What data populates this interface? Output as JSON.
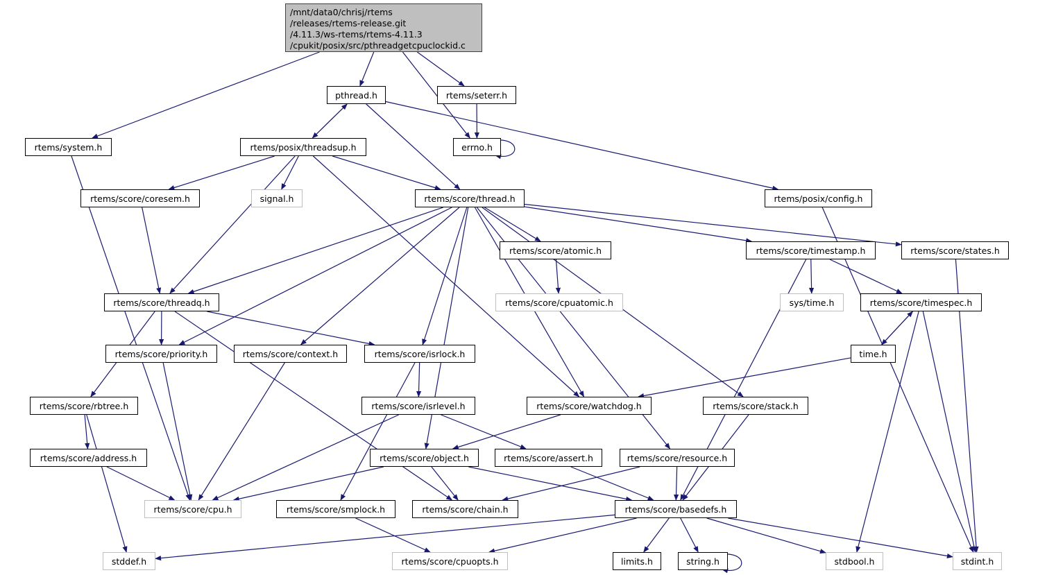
{
  "root": {
    "id": "root",
    "lines": [
      "/mnt/data0/chrisj/rtems",
      "/releases/rtems-release.git",
      "/4.11.3/ws-rtems/rtems-4.11.3",
      "/cpukit/posix/src/pthreadgetcpuclockid.c"
    ]
  },
  "colors": {
    "edge": "#191970",
    "node_border": "#000000",
    "external_border": "#bfbfbf",
    "root_fill": "#bfbfbf"
  },
  "nodes": [
    {
      "id": "pthread",
      "label": "pthread.h",
      "external": false
    },
    {
      "id": "seterr",
      "label": "rtems/seterr.h",
      "external": false
    },
    {
      "id": "system",
      "label": "rtems/system.h",
      "external": false
    },
    {
      "id": "threadsup",
      "label": "rtems/posix/threadsup.h",
      "external": false
    },
    {
      "id": "errno",
      "label": "errno.h",
      "external": false
    },
    {
      "id": "coresem",
      "label": "rtems/score/coresem.h",
      "external": false
    },
    {
      "id": "signal",
      "label": "signal.h",
      "external": true
    },
    {
      "id": "thread",
      "label": "rtems/score/thread.h",
      "external": false
    },
    {
      "id": "config",
      "label": "rtems/posix/config.h",
      "external": false
    },
    {
      "id": "atomic",
      "label": "rtems/score/atomic.h",
      "external": false
    },
    {
      "id": "timestamp",
      "label": "rtems/score/timestamp.h",
      "external": false
    },
    {
      "id": "states",
      "label": "rtems/score/states.h",
      "external": false
    },
    {
      "id": "threadq",
      "label": "rtems/score/threadq.h",
      "external": false
    },
    {
      "id": "cpuatomic",
      "label": "rtems/score/cpuatomic.h",
      "external": true
    },
    {
      "id": "systime",
      "label": "sys/time.h",
      "external": true
    },
    {
      "id": "timespec",
      "label": "rtems/score/timespec.h",
      "external": false
    },
    {
      "id": "priority",
      "label": "rtems/score/priority.h",
      "external": false
    },
    {
      "id": "context",
      "label": "rtems/score/context.h",
      "external": false
    },
    {
      "id": "isrlock",
      "label": "rtems/score/isrlock.h",
      "external": false
    },
    {
      "id": "time",
      "label": "time.h",
      "external": false
    },
    {
      "id": "rbtree",
      "label": "rtems/score/rbtree.h",
      "external": false
    },
    {
      "id": "isrlevel",
      "label": "rtems/score/isrlevel.h",
      "external": false
    },
    {
      "id": "watchdog",
      "label": "rtems/score/watchdog.h",
      "external": false
    },
    {
      "id": "stack",
      "label": "rtems/score/stack.h",
      "external": false
    },
    {
      "id": "address",
      "label": "rtems/score/address.h",
      "external": false
    },
    {
      "id": "object",
      "label": "rtems/score/object.h",
      "external": false
    },
    {
      "id": "assert",
      "label": "rtems/score/assert.h",
      "external": false
    },
    {
      "id": "resource",
      "label": "rtems/score/resource.h",
      "external": false
    },
    {
      "id": "cpu",
      "label": "rtems/score/cpu.h",
      "external": true
    },
    {
      "id": "smplock",
      "label": "rtems/score/smplock.h",
      "external": false
    },
    {
      "id": "chain",
      "label": "rtems/score/chain.h",
      "external": false
    },
    {
      "id": "basedefs",
      "label": "rtems/score/basedefs.h",
      "external": false
    },
    {
      "id": "stddef",
      "label": "stddef.h",
      "external": true
    },
    {
      "id": "cpuopts",
      "label": "rtems/score/cpuopts.h",
      "external": true
    },
    {
      "id": "limits",
      "label": "limits.h",
      "external": false
    },
    {
      "id": "string",
      "label": "string.h",
      "external": false
    },
    {
      "id": "stdbool",
      "label": "stdbool.h",
      "external": true
    },
    {
      "id": "stdint",
      "label": "stdint.h",
      "external": true
    }
  ],
  "edges": [
    [
      "root",
      "system"
    ],
    [
      "root",
      "pthread"
    ],
    [
      "root",
      "errno"
    ],
    [
      "root",
      "seterr"
    ],
    [
      "pthread",
      "threadsup"
    ],
    [
      "pthread",
      "thread"
    ],
    [
      "pthread",
      "config"
    ],
    [
      "seterr",
      "errno"
    ],
    [
      "errno",
      "errno"
    ],
    [
      "system",
      "cpu"
    ],
    [
      "threadsup",
      "pthread"
    ],
    [
      "threadsup",
      "coresem"
    ],
    [
      "threadsup",
      "signal"
    ],
    [
      "threadsup",
      "thread"
    ],
    [
      "threadsup",
      "threadq"
    ],
    [
      "threadsup",
      "watchdog"
    ],
    [
      "coresem",
      "threadq"
    ],
    [
      "config",
      "stdint"
    ],
    [
      "thread",
      "threadq"
    ],
    [
      "thread",
      "priority"
    ],
    [
      "thread",
      "context"
    ],
    [
      "thread",
      "isrlock"
    ],
    [
      "thread",
      "object"
    ],
    [
      "thread",
      "atomic"
    ],
    [
      "thread",
      "watchdog"
    ],
    [
      "thread",
      "resource"
    ],
    [
      "thread",
      "stack"
    ],
    [
      "thread",
      "timestamp"
    ],
    [
      "thread",
      "states"
    ],
    [
      "atomic",
      "cpuatomic"
    ],
    [
      "timestamp",
      "systime"
    ],
    [
      "timestamp",
      "timespec"
    ],
    [
      "timestamp",
      "basedefs"
    ],
    [
      "states",
      "stdint"
    ],
    [
      "threadq",
      "rbtree"
    ],
    [
      "threadq",
      "priority"
    ],
    [
      "threadq",
      "isrlock"
    ],
    [
      "threadq",
      "chain"
    ],
    [
      "timespec",
      "time"
    ],
    [
      "timespec",
      "stdbool"
    ],
    [
      "timespec",
      "stdint"
    ],
    [
      "time",
      "timespec"
    ],
    [
      "time",
      "watchdog"
    ],
    [
      "priority",
      "cpu"
    ],
    [
      "context",
      "cpu"
    ],
    [
      "isrlock",
      "isrlevel"
    ],
    [
      "isrlock",
      "smplock"
    ],
    [
      "rbtree",
      "address"
    ],
    [
      "rbtree",
      "stddef"
    ],
    [
      "isrlevel",
      "cpu"
    ],
    [
      "isrlevel",
      "assert"
    ],
    [
      "watchdog",
      "object"
    ],
    [
      "stack",
      "basedefs"
    ],
    [
      "address",
      "cpu"
    ],
    [
      "object",
      "cpu"
    ],
    [
      "object",
      "chain"
    ],
    [
      "object",
      "basedefs"
    ],
    [
      "assert",
      "basedefs"
    ],
    [
      "resource",
      "chain"
    ],
    [
      "resource",
      "basedefs"
    ],
    [
      "smplock",
      "cpuopts"
    ],
    [
      "basedefs",
      "stddef"
    ],
    [
      "basedefs",
      "cpuopts"
    ],
    [
      "basedefs",
      "limits"
    ],
    [
      "basedefs",
      "string"
    ],
    [
      "basedefs",
      "stdbool"
    ],
    [
      "basedefs",
      "stdint"
    ],
    [
      "string",
      "string"
    ]
  ]
}
